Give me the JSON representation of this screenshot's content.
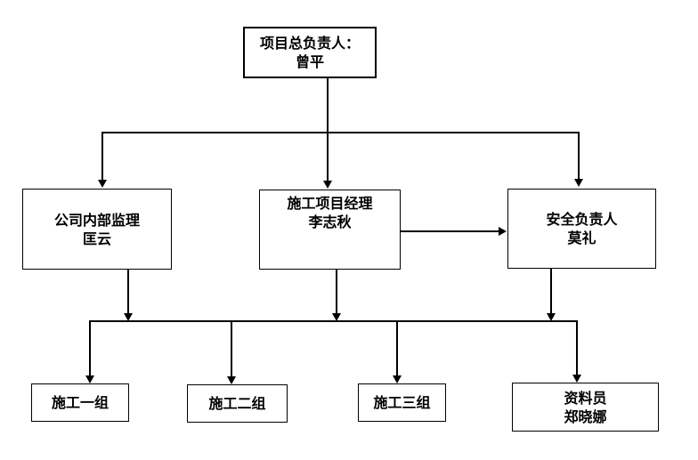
{
  "diagram": {
    "type": "org-chart",
    "background_color": "#ffffff",
    "line_color": "#000000",
    "text_color": "#000000",
    "nodes": {
      "project_leader": {
        "role": "项目总负责人：",
        "name": "曾平"
      },
      "internal_supervisor": {
        "role": "公司内部监理",
        "name": "匡云"
      },
      "construction_manager": {
        "role": "施工项目经理",
        "name": "李志秋"
      },
      "safety_officer": {
        "role": "安全负责人",
        "name": "莫礼"
      },
      "team1": {
        "label": "施工一组"
      },
      "team2": {
        "label": "施工二组"
      },
      "team3": {
        "label": "施工三组"
      },
      "documenter": {
        "role": "资料员",
        "name": "郑晓娜"
      }
    }
  }
}
